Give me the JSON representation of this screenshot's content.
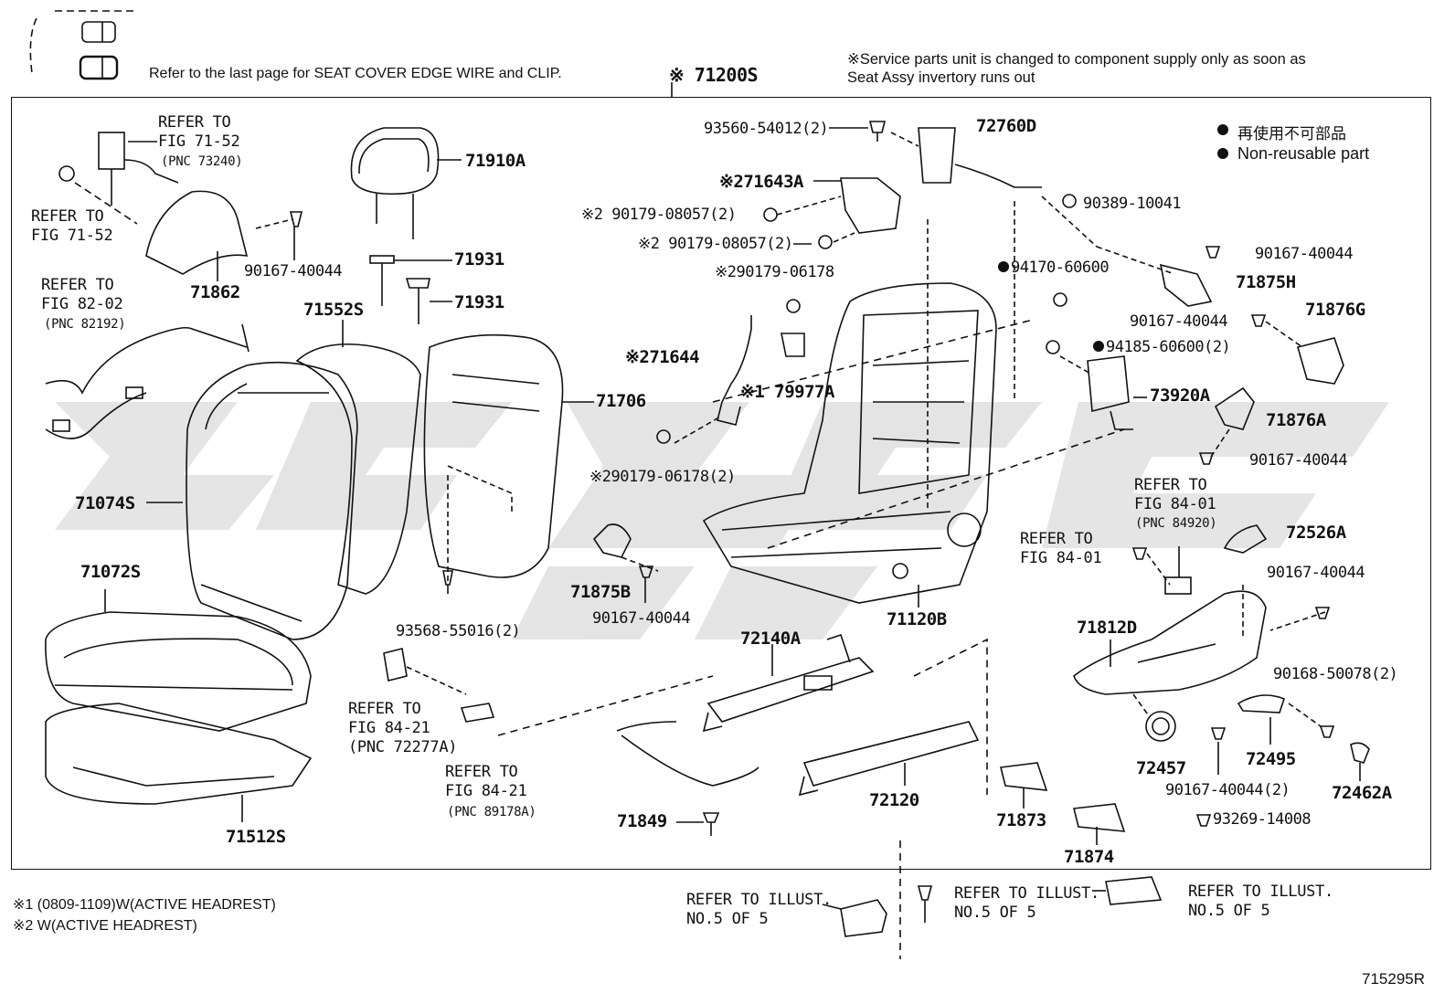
{
  "header": {
    "refer_note": "Refer to the last page for SEAT COVER EDGE WIRE and CLIP.",
    "service_note_line1": "※Service parts unit is changed to component supply only as soon as",
    "service_note_line2": "Seat Assy invertory runs out",
    "assy_label": "※ 71200S"
  },
  "legend": {
    "item1": "再使用不可部品",
    "item2": "Non-reusable part"
  },
  "parts": {
    "p71910A": "71910A",
    "p71931a": "71931",
    "p71931b": "71931",
    "p71862": "71862",
    "p90167_a": "90167-40044",
    "p71552S": "71552S",
    "p71706": "71706",
    "p71074S": "71074S",
    "p71072S": "71072S",
    "p71512S": "71512S",
    "p93568": "93568-55016(2)",
    "p93560": "93560-54012(2)",
    "p72760D": "72760D",
    "p71643A": "※271643A",
    "p90179_08057a": "※2 90179-08057(2)",
    "p90179_08057b": "※2 90179-08057(2)",
    "p90179_06178": "※290179-06178",
    "p71644": "※271644",
    "p79977A": "※1 79977A",
    "p90179_06178b": "※290179-06178(2)",
    "p71875B": "71875B",
    "p90167_b": "90167-40044",
    "p71120B": "71120B",
    "p90389": "90389-10041",
    "p94170": "94170-60600",
    "p90167_c": "90167-40044",
    "p71875H": "71875H",
    "p90167_d": "90167-40044",
    "p71876G": "71876G",
    "p94185": "94185-60600(2)",
    "p73920A": "73920A",
    "p71876A": "71876A",
    "p90167_e": "90167-40044",
    "p72526A": "72526A",
    "p90167_f": "90167-40044",
    "p71812D": "71812D",
    "p90168": "90168-50078(2)",
    "p72457": "72457",
    "p72495": "72495",
    "p90167_g": "90167-40044(2)",
    "p72462A": "72462A",
    "p93269": "93269-14008",
    "p72140A": "72140A",
    "p72120": "72120",
    "p71849": "71849",
    "p71873": "71873",
    "p71874": "71874"
  },
  "refs": {
    "r71_52a": "REFER TO\nFIG 71-52",
    "r71_52a_pnc": "(PNC 73240)",
    "r71_52b": "REFER TO\nFIG 71-52",
    "r82_02": "REFER TO\nFIG 82-02",
    "r82_02_pnc": "(PNC 82192)",
    "r84_21a": "REFER TO\nFIG 84-21",
    "r84_21a_pnc": "(PNC 72277A)",
    "r84_21b": "REFER TO\nFIG 84-21",
    "r84_21b_pnc": "(PNC 89178A)",
    "r84_01a": "REFER TO\nFIG 84-01",
    "r84_01a_pnc": "(PNC 84920)",
    "r84_01b": "REFER TO\nFIG 84-01",
    "illust1": "REFER TO ILLUST.\nNO.5 OF 5",
    "illust2": "REFER TO ILLUST.\nNO.5 OF 5",
    "illust3": "REFER TO ILLUST.\nNO.5 OF 5"
  },
  "footnotes": {
    "f1": "※1 (0809-1109)W(ACTIVE HEADREST)",
    "f2": "※2 W(ACTIVE HEADREST)"
  },
  "figure_id": "715295R"
}
